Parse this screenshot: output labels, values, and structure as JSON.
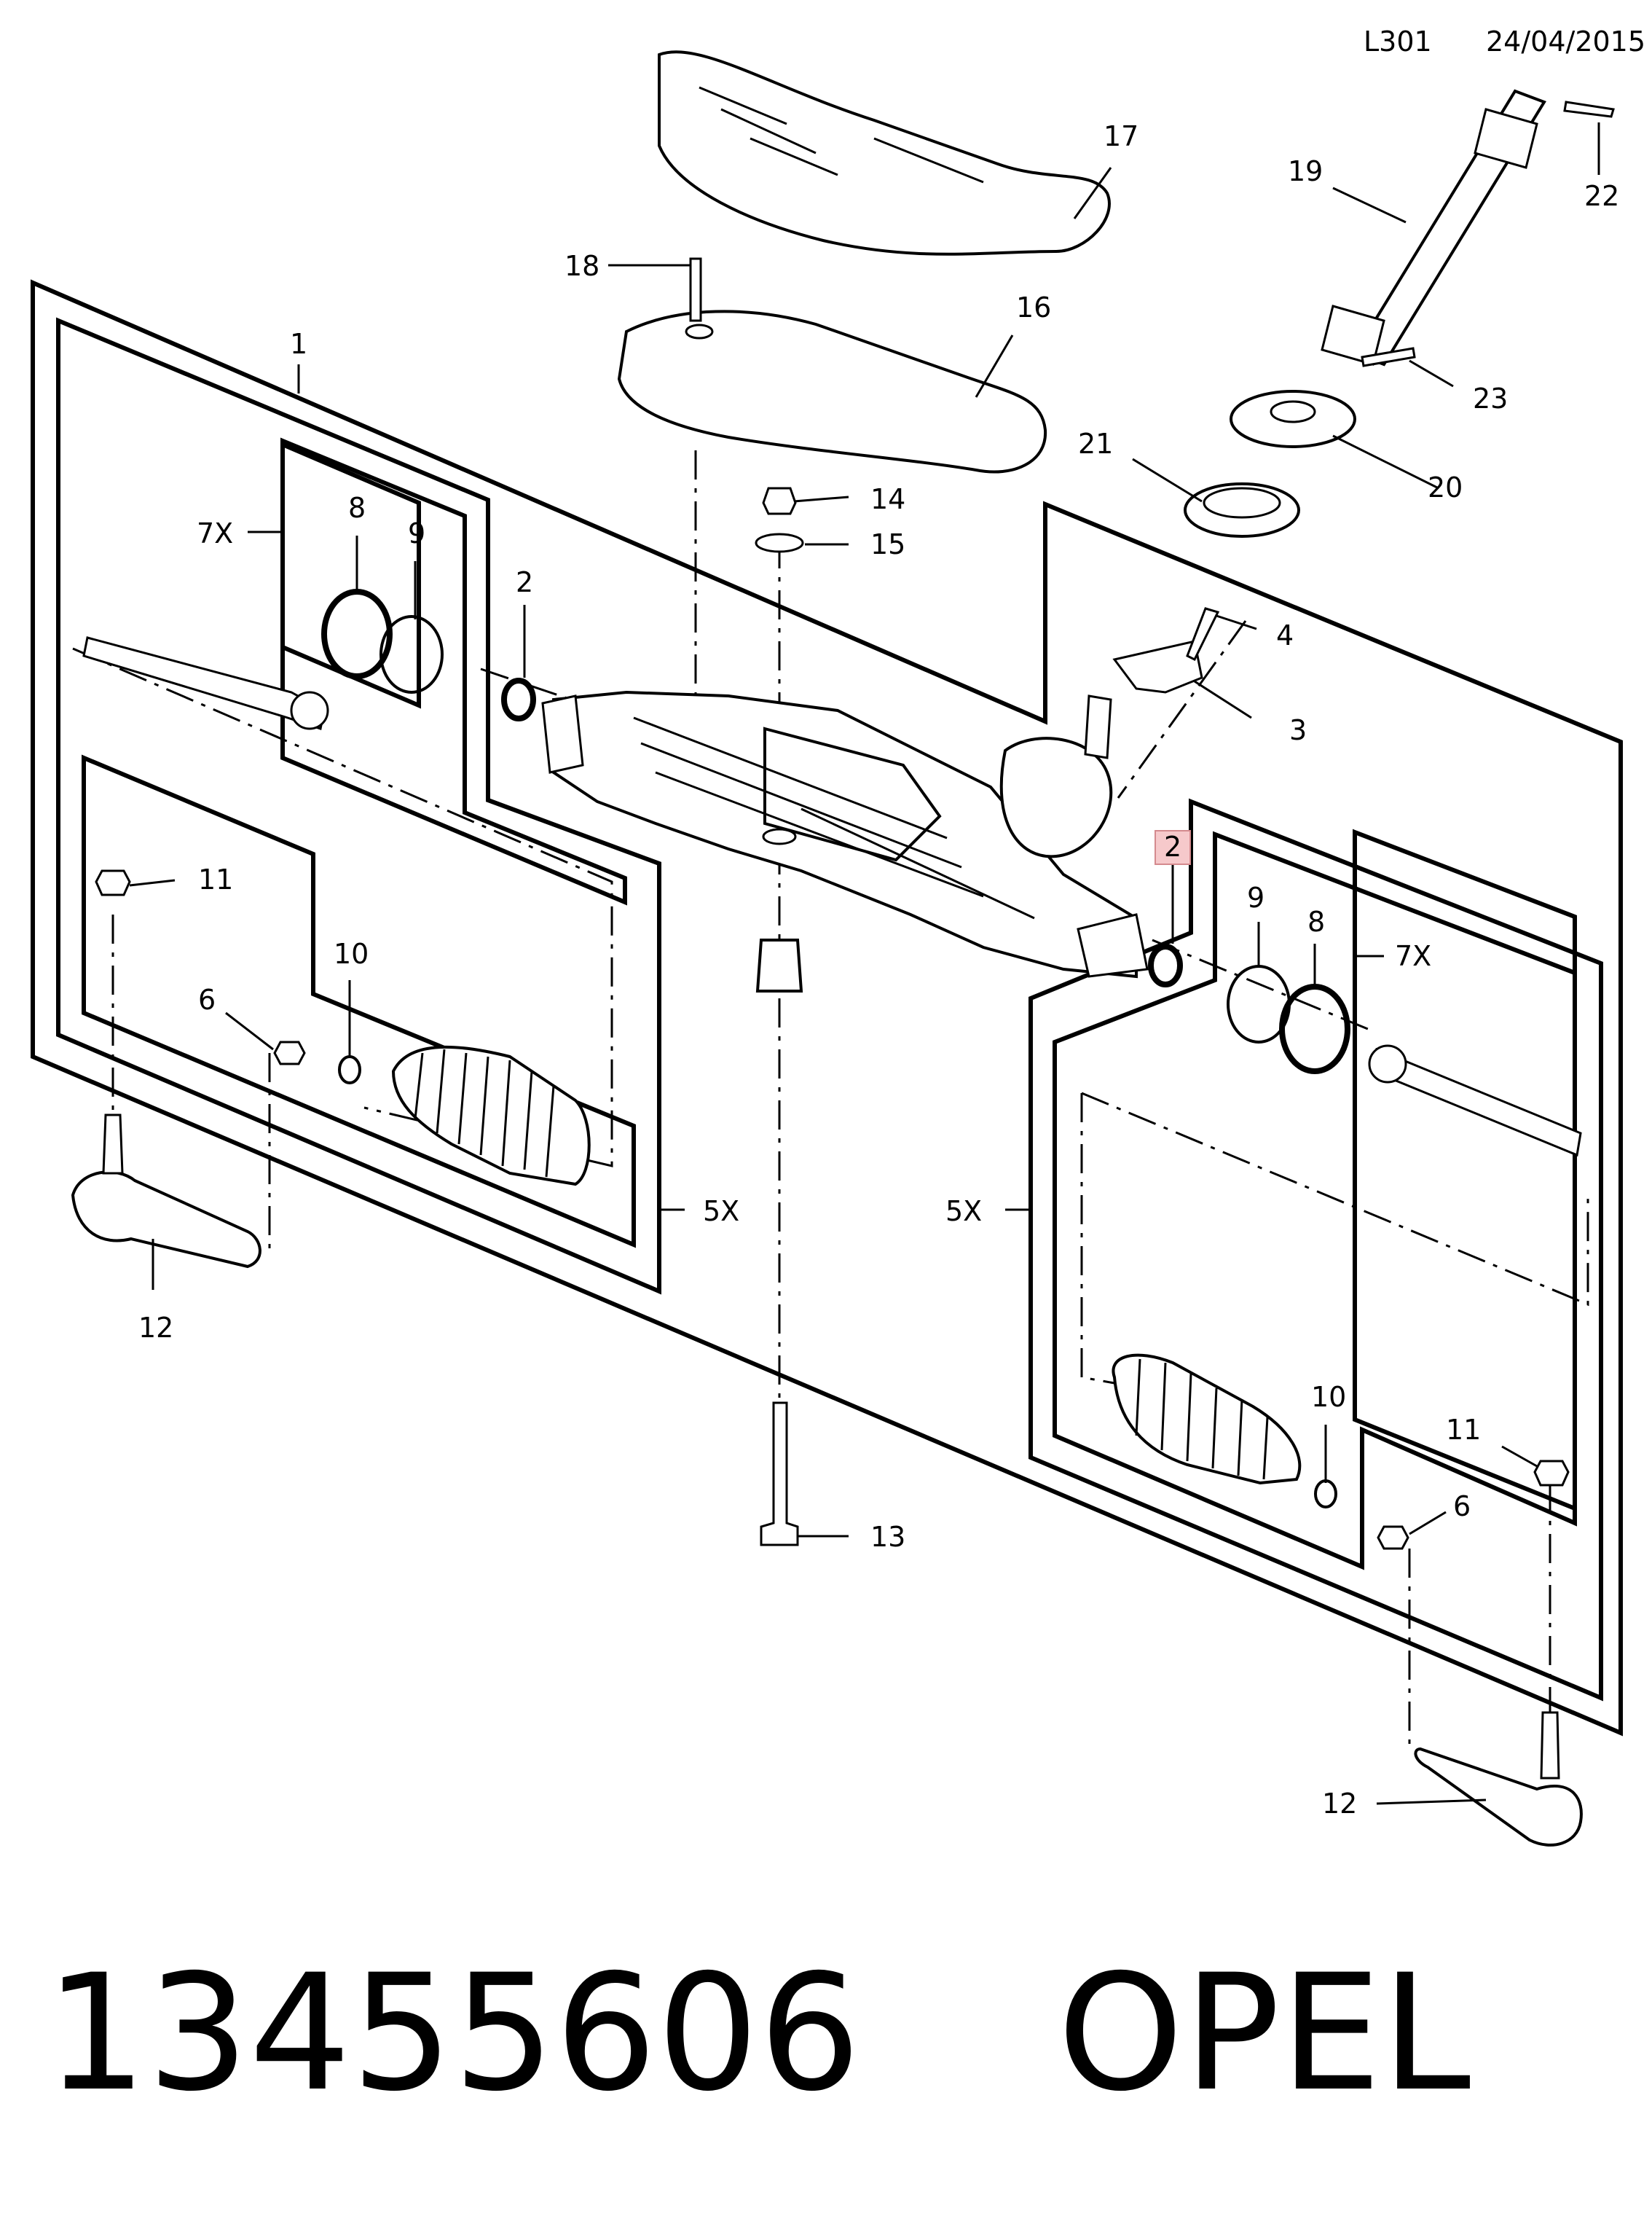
{
  "header": {
    "diagram_code": "L301",
    "date": "24/04/2015"
  },
  "footer": {
    "part_number": "13455606",
    "brand": "OPEL"
  },
  "highlighted_callout": "2",
  "highlight_color": "#f6c9cb",
  "callouts": [
    {
      "id": "c1",
      "label": "1"
    },
    {
      "id": "c2l",
      "label": "2"
    },
    {
      "id": "c2r",
      "label": "2"
    },
    {
      "id": "c3",
      "label": "3"
    },
    {
      "id": "c4",
      "label": "4"
    },
    {
      "id": "c5xl",
      "label": "5X"
    },
    {
      "id": "c5xr",
      "label": "5X"
    },
    {
      "id": "c6l",
      "label": "6"
    },
    {
      "id": "c6r",
      "label": "6"
    },
    {
      "id": "c7xl",
      "label": "7X"
    },
    {
      "id": "c7xr",
      "label": "7X"
    },
    {
      "id": "c8l",
      "label": "8"
    },
    {
      "id": "c8r",
      "label": "8"
    },
    {
      "id": "c9l",
      "label": "9"
    },
    {
      "id": "c9r",
      "label": "9"
    },
    {
      "id": "c10l",
      "label": "10"
    },
    {
      "id": "c10r",
      "label": "10"
    },
    {
      "id": "c11l",
      "label": "11"
    },
    {
      "id": "c11r",
      "label": "11"
    },
    {
      "id": "c12l",
      "label": "12"
    },
    {
      "id": "c12r",
      "label": "12"
    },
    {
      "id": "c13",
      "label": "13"
    },
    {
      "id": "c14",
      "label": "14"
    },
    {
      "id": "c15",
      "label": "15"
    },
    {
      "id": "c16",
      "label": "16"
    },
    {
      "id": "c17",
      "label": "17"
    },
    {
      "id": "c18",
      "label": "18"
    },
    {
      "id": "c19",
      "label": "19"
    },
    {
      "id": "c20",
      "label": "20"
    },
    {
      "id": "c21",
      "label": "21"
    },
    {
      "id": "c22",
      "label": "22"
    },
    {
      "id": "c23",
      "label": "23"
    }
  ]
}
